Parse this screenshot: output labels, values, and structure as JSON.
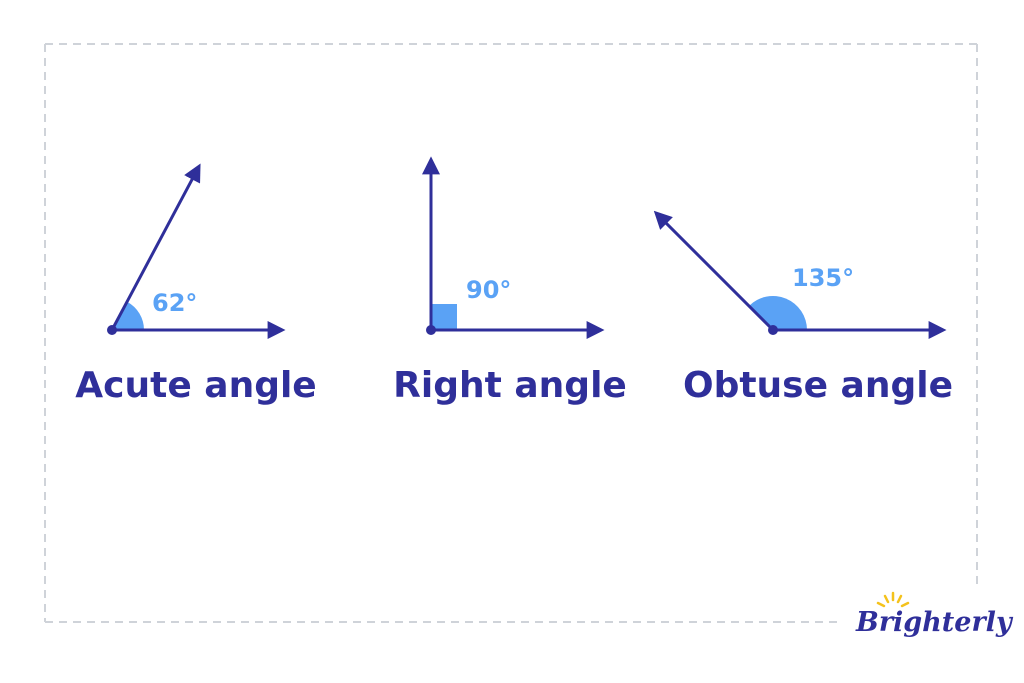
{
  "colors": {
    "line": "#2f2f9a",
    "fill": "#5aa2f5",
    "measure_text": "#5aa2f5",
    "frame": "#cfd3d9",
    "logo_text": "#2f2f9a",
    "logo_rays": "#f4c21c"
  },
  "angles": [
    {
      "kind": "acute",
      "degrees": 62,
      "measure_label": "62°",
      "name": "Acute angle",
      "marker": "arc"
    },
    {
      "kind": "right",
      "degrees": 90,
      "measure_label": "90°",
      "name": "Right angle",
      "marker": "square"
    },
    {
      "kind": "obtuse",
      "degrees": 135,
      "measure_label": "135°",
      "name": "Obtuse angle",
      "marker": "arc"
    }
  ],
  "logo": {
    "text": "Brighterly",
    "icon": "sun-rays-icon"
  }
}
